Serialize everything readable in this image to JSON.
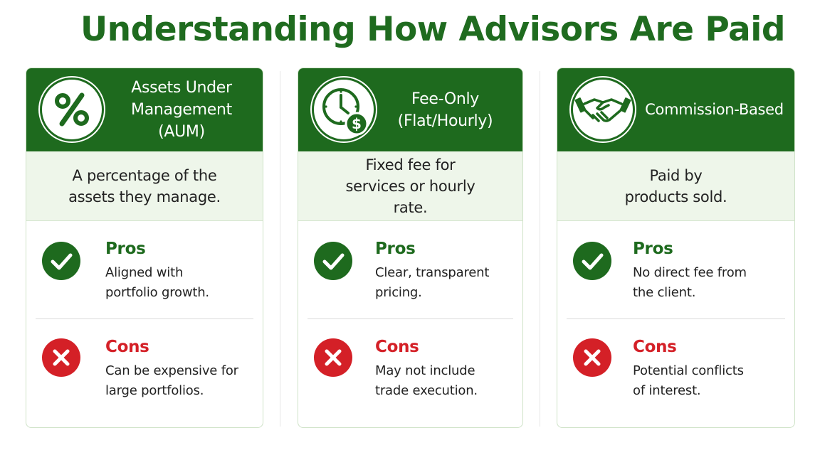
{
  "title": "Understanding How Advisors Are Paid",
  "colors": {
    "green": "#1e6a1e",
    "red": "#d42027",
    "panel": "#eef6ea"
  },
  "cards": [
    {
      "icon": "percent-icon",
      "header": "Assets Under Management (AUM)",
      "description": "A percentage of the assets they manage.",
      "pros_label": "Pros",
      "pros_text": "Aligned with portfolio growth.",
      "cons_label": "Cons",
      "cons_text": "Can be expensive for large portfolios."
    },
    {
      "icon": "clock-dollar-icon",
      "header": "Fee-Only (Flat/Hourly)",
      "description": "Fixed fee for services or hourly rate.",
      "pros_label": "Pros",
      "pros_text": "Clear, transparent pricing.",
      "cons_label": "Cons",
      "cons_text": "May not include trade execution."
    },
    {
      "icon": "handshake-icon",
      "header": "Commission-Based",
      "description": "Paid by products sold.",
      "pros_label": "Pros",
      "pros_text": "No direct fee from the client.",
      "cons_label": "Cons",
      "cons_text": "Potential conflicts of interest."
    }
  ]
}
